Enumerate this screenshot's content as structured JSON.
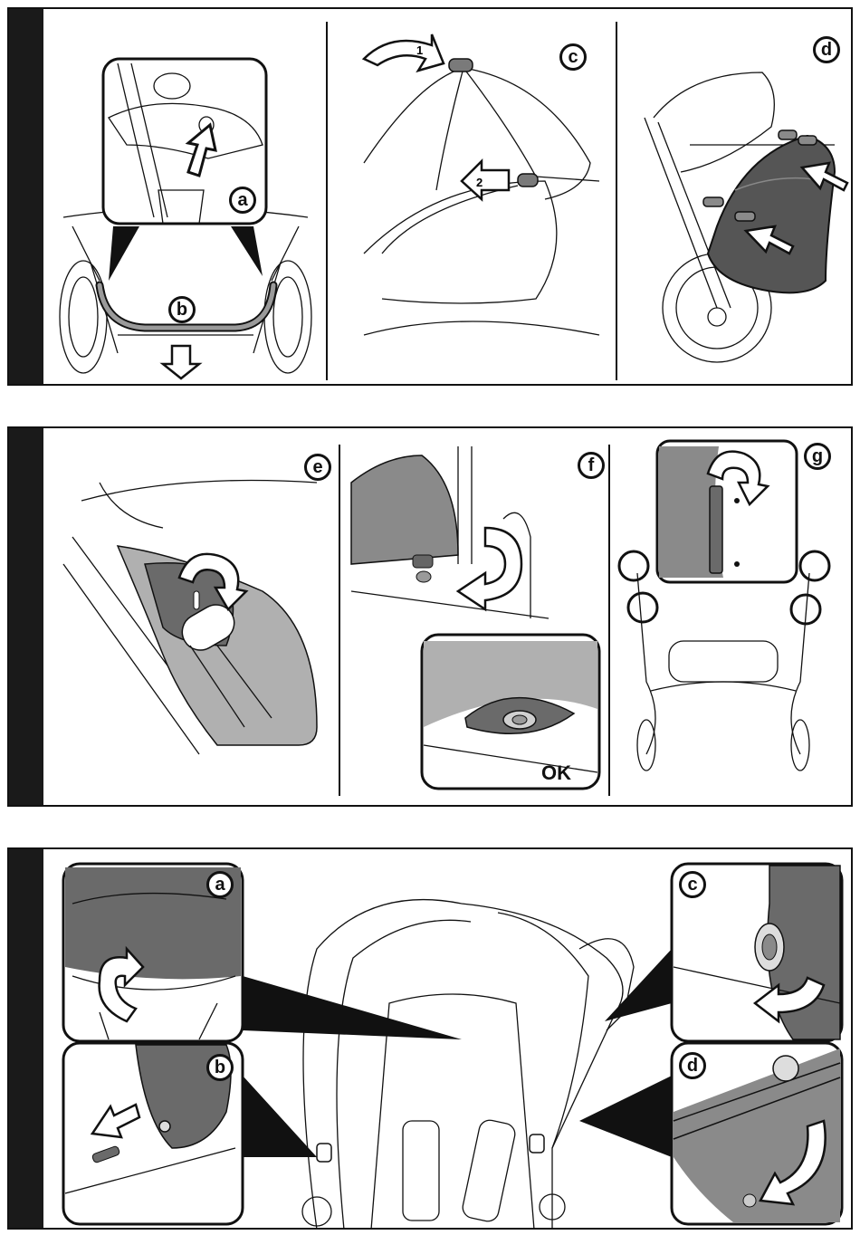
{
  "sections": [
    {
      "id": "section-1",
      "panels": [
        {
          "label": "a"
        },
        {
          "label": "b"
        },
        {
          "label": "c"
        },
        {
          "label": "d"
        }
      ]
    },
    {
      "id": "section-2",
      "panels": [
        {
          "label": "e"
        },
        {
          "label": "f"
        },
        {
          "label": "g"
        }
      ]
    },
    {
      "id": "section-3",
      "panels": [
        {
          "label": "a"
        },
        {
          "label": "b"
        },
        {
          "label": "c"
        },
        {
          "label": "d"
        }
      ]
    }
  ],
  "arrow_numbers": {
    "first": "1",
    "second": "2"
  },
  "ok_text": "OK",
  "colors": {
    "sidebar": "#1a1a1a",
    "line": "#111111",
    "fabric_dark": "#5a5a5a",
    "fabric_mid": "#9a9a9a",
    "fabric_light": "#bdbdbd"
  },
  "icons": [
    "curved-arrow-icon",
    "straight-arrow-icon",
    "rotate-arrow-icon",
    "highlight-circle-icon"
  ]
}
